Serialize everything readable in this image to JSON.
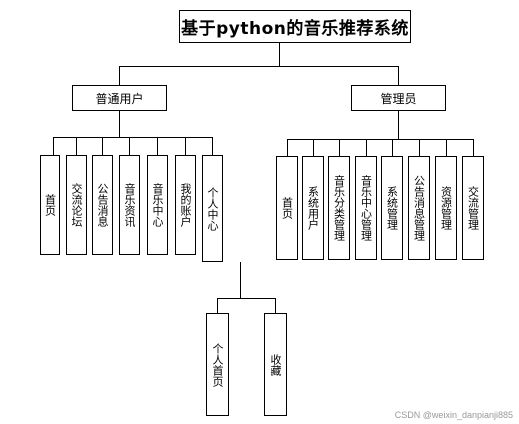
{
  "root": {
    "label": "基于python的音乐推荐系统"
  },
  "regular_user": {
    "label": "普通用户",
    "children": [
      "首页",
      "交流论坛",
      "公告消息",
      "音乐资讯",
      "音乐中心",
      "我的账户",
      "个人中心"
    ]
  },
  "admin": {
    "label": "管理员",
    "children": [
      "首页",
      "系统用户",
      "音乐分类管理",
      "音乐中心管理",
      "系统管理",
      "公告消息管理",
      "资源管理",
      "交流管理"
    ]
  },
  "personal_center": {
    "children": [
      "个人首页",
      "收藏"
    ]
  },
  "watermark": "CSDN @weixin_danpianji885"
}
